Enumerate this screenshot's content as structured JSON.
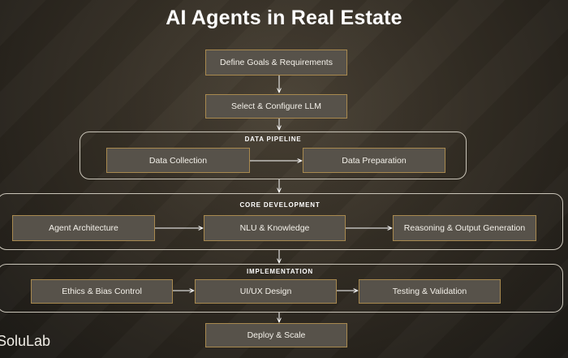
{
  "title": "AI Agents in Real Estate",
  "steps": {
    "define_goals": "Define Goals & Requirements",
    "select_llm": "Select & Configure LLM",
    "deploy": "Deploy & Scale"
  },
  "data_pipeline": {
    "label": "DATA PIPELINE",
    "collection": "Data Collection",
    "preparation": "Data Preparation"
  },
  "core_development": {
    "label": "CORE DEVELOPMENT",
    "architecture": "Agent Architecture",
    "nlu": "NLU & Knowledge",
    "reasoning": "Reasoning & Output Generation"
  },
  "implementation": {
    "label": "IMPLEMENTATION",
    "ethics": "Ethics & Bias Control",
    "design": "UI/UX Design",
    "testing": "Testing & Validation"
  },
  "brand": "SoluLab",
  "colors": {
    "background": "#332d24",
    "node_fill": "#57524a",
    "node_border": "#a8894f",
    "group_border": "#c9c4b8",
    "text": "#ffffff"
  }
}
